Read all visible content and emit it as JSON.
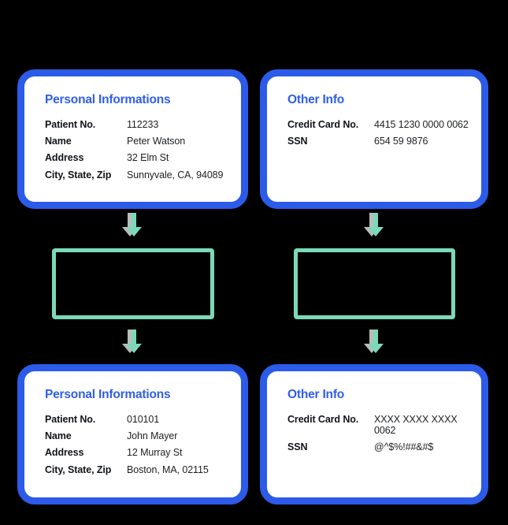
{
  "theme": {
    "background": "#000000",
    "card_border": "#2b5be8",
    "card_surface": "#ffffff",
    "title_color": "#2f5ee8",
    "accent_teal": "#7cd9b8",
    "shadow_gray": "#b8bcbc",
    "label_color": "#111418",
    "value_color": "#1d2024"
  },
  "icons": {
    "arrow_down": "arrow-down-icon"
  },
  "cards": {
    "source_personal": {
      "title": "Personal Informations",
      "rows": [
        {
          "label": "Patient No.",
          "value": "112233"
        },
        {
          "label": "Name",
          "value": "Peter Watson"
        },
        {
          "label": "Address",
          "value": "32 Elm St"
        },
        {
          "label": "City, State, Zip",
          "value": "Sunnyvale, CA, 94089"
        }
      ]
    },
    "source_other": {
      "title": "Other Info",
      "rows": [
        {
          "label": "Credit Card No.",
          "value": "4415 1230 0000 0062"
        },
        {
          "label": "SSN",
          "value": "654 59 9876"
        }
      ]
    },
    "masked_personal": {
      "title": "Personal Informations",
      "rows": [
        {
          "label": "Patient No.",
          "value": "010101"
        },
        {
          "label": "Name",
          "value": "John Mayer"
        },
        {
          "label": "Address",
          "value": "12 Murray St"
        },
        {
          "label": "City, State, Zip",
          "value": "Boston, MA, 02115"
        }
      ]
    },
    "masked_other": {
      "title": "Other Info",
      "rows": [
        {
          "label": "Credit Card No.",
          "value": "XXXX XXXX XXXX 0062"
        },
        {
          "label": "SSN",
          "value": "@^$%!##&#$"
        }
      ]
    }
  },
  "transform_boxes": [
    {
      "name": "transform-box-left",
      "label": ""
    },
    {
      "name": "transform-box-right",
      "label": ""
    }
  ]
}
